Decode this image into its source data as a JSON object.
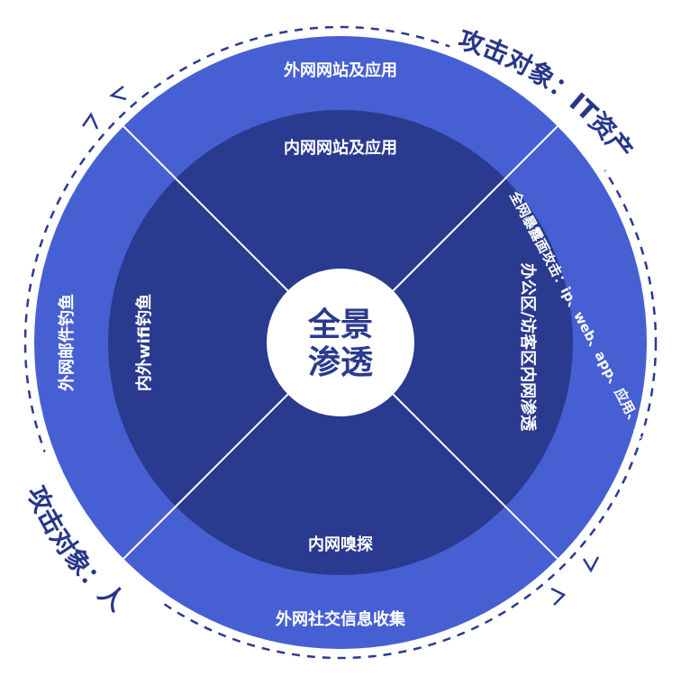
{
  "center": {
    "line1": "全景",
    "line2": "渗透"
  },
  "outer_ring": {
    "top": "外网网站及应用",
    "right": "全网暴露面攻击：ip、web、app、应用、代码、系统",
    "left": "外网邮件钓鱼",
    "bottom": "外网社交信息收集"
  },
  "inner_ring": {
    "top": "内网网站及应用",
    "right": "办公区/访客区内网渗透",
    "left": "内外wifi钓鱼",
    "bottom": "内网嗅探"
  },
  "attack_targets": {
    "it_assets": "攻击对象：IT资产",
    "people": "攻击对象：人"
  },
  "colors": {
    "outer": "#4660d3",
    "inner": "#2a3a8f",
    "center": "#ffffff",
    "dash": "#2a3a8f",
    "divider": "#ffffff"
  }
}
